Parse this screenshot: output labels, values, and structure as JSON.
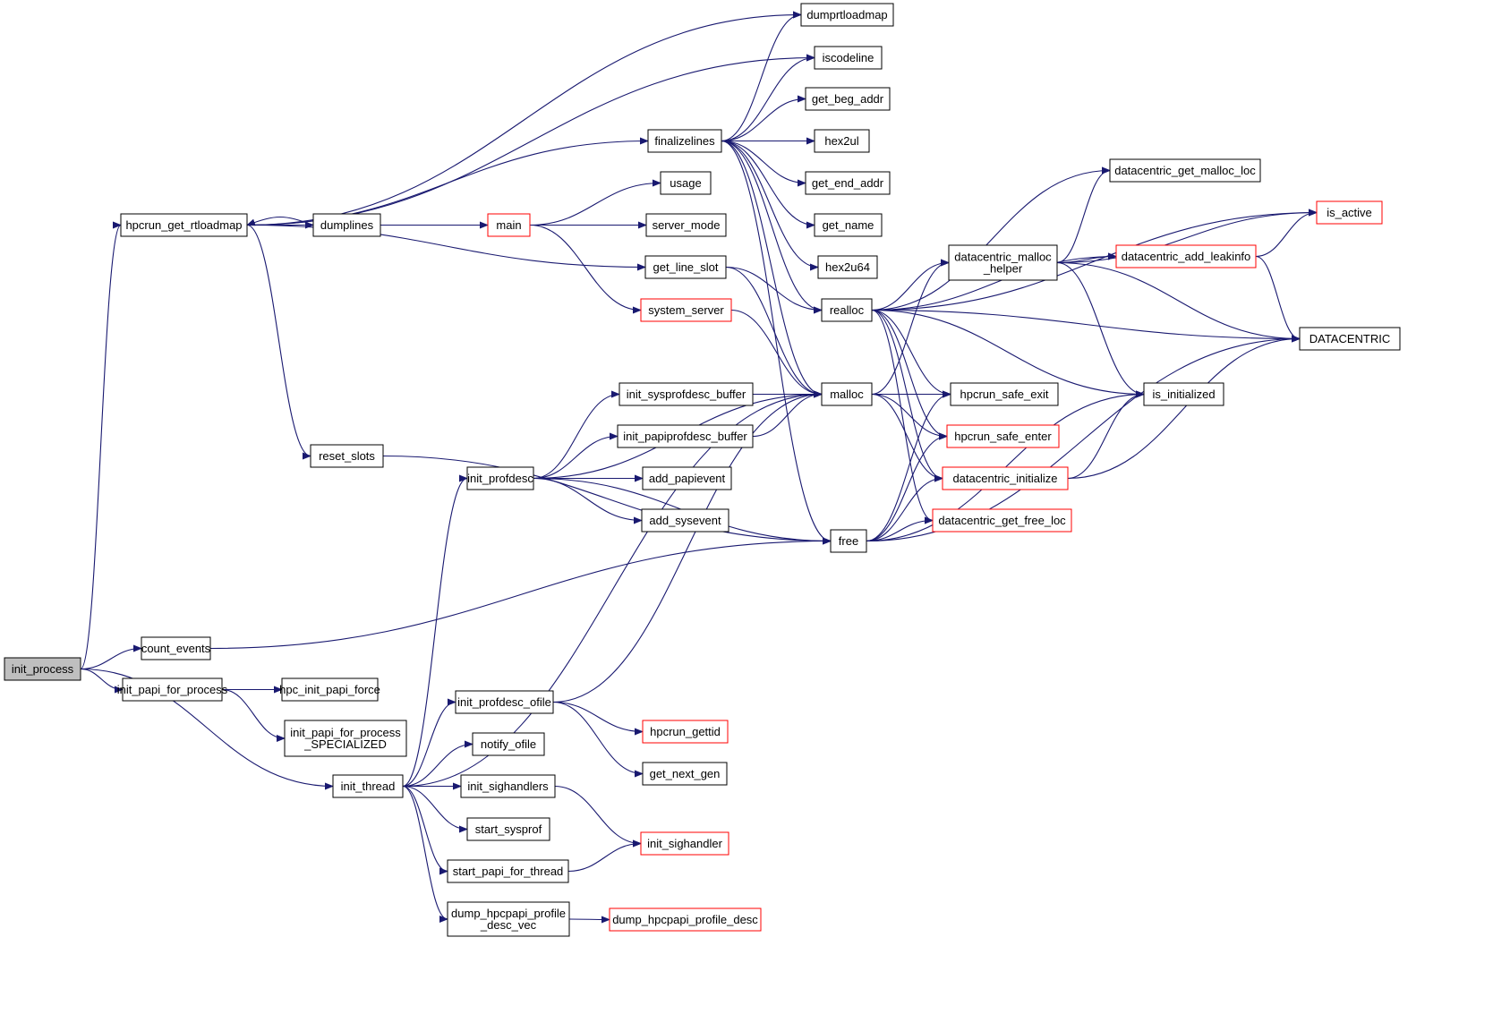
{
  "diagram": {
    "type": "call-graph",
    "colors": {
      "edge": "#191970",
      "node_border": "#000000",
      "node_border_incomplete": "#ff0000",
      "root_fill": "#bfbfbf"
    },
    "nodes": [
      {
        "id": "init_process",
        "label": [
          "init_process"
        ],
        "style": "root"
      },
      {
        "id": "hpcrun_get_rtloadmap",
        "label": [
          "hpcrun_get_rtloadmap"
        ],
        "style": "normal"
      },
      {
        "id": "dumplines",
        "label": [
          "dumplines"
        ],
        "style": "normal"
      },
      {
        "id": "main",
        "label": [
          "main"
        ],
        "style": "red"
      },
      {
        "id": "usage",
        "label": [
          "usage"
        ],
        "style": "normal"
      },
      {
        "id": "server_mode",
        "label": [
          "server_mode"
        ],
        "style": "normal"
      },
      {
        "id": "system_server",
        "label": [
          "system_server"
        ],
        "style": "red"
      },
      {
        "id": "finalizelines",
        "label": [
          "finalizelines"
        ],
        "style": "normal"
      },
      {
        "id": "dumprtloadmap",
        "label": [
          "dumprtloadmap"
        ],
        "style": "normal"
      },
      {
        "id": "iscodeline",
        "label": [
          "iscodeline"
        ],
        "style": "normal"
      },
      {
        "id": "get_beg_addr",
        "label": [
          "get_beg_addr"
        ],
        "style": "normal"
      },
      {
        "id": "hex2ul",
        "label": [
          "hex2ul"
        ],
        "style": "normal"
      },
      {
        "id": "get_end_addr",
        "label": [
          "get_end_addr"
        ],
        "style": "normal"
      },
      {
        "id": "get_name",
        "label": [
          "get_name"
        ],
        "style": "normal"
      },
      {
        "id": "hex2u64",
        "label": [
          "hex2u64"
        ],
        "style": "normal"
      },
      {
        "id": "get_line_slot",
        "label": [
          "get_line_slot"
        ],
        "style": "normal"
      },
      {
        "id": "realloc",
        "label": [
          "realloc"
        ],
        "style": "normal"
      },
      {
        "id": "malloc",
        "label": [
          "malloc"
        ],
        "style": "normal"
      },
      {
        "id": "free",
        "label": [
          "free"
        ],
        "style": "normal"
      },
      {
        "id": "reset_slots",
        "label": [
          "reset_slots"
        ],
        "style": "normal"
      },
      {
        "id": "init_profdesc",
        "label": [
          "init_profdesc"
        ],
        "style": "normal"
      },
      {
        "id": "init_sysprofdesc_buffer",
        "label": [
          "init_sysprofdesc_buffer"
        ],
        "style": "normal"
      },
      {
        "id": "init_papiprofdesc_buffer",
        "label": [
          "init_papiprofdesc_buffer"
        ],
        "style": "normal"
      },
      {
        "id": "add_papievent",
        "label": [
          "add_papievent"
        ],
        "style": "normal"
      },
      {
        "id": "add_sysevent",
        "label": [
          "add_sysevent"
        ],
        "style": "normal"
      },
      {
        "id": "count_events",
        "label": [
          "count_events"
        ],
        "style": "normal"
      },
      {
        "id": "init_papi_for_process",
        "label": [
          "init_papi_for_process"
        ],
        "style": "normal"
      },
      {
        "id": "hpc_init_papi_force",
        "label": [
          "hpc_init_papi_force"
        ],
        "style": "normal"
      },
      {
        "id": "init_papi_for_process_SPECIALIZED",
        "label": [
          "init_papi_for_process",
          "_SPECIALIZED"
        ],
        "style": "normal"
      },
      {
        "id": "init_thread",
        "label": [
          "init_thread"
        ],
        "style": "normal"
      },
      {
        "id": "init_profdesc_ofile",
        "label": [
          "init_profdesc_ofile"
        ],
        "style": "normal"
      },
      {
        "id": "notify_ofile",
        "label": [
          "notify_ofile"
        ],
        "style": "normal"
      },
      {
        "id": "init_sighandlers",
        "label": [
          "init_sighandlers"
        ],
        "style": "normal"
      },
      {
        "id": "start_sysprof",
        "label": [
          "start_sysprof"
        ],
        "style": "normal"
      },
      {
        "id": "start_papi_for_thread",
        "label": [
          "start_papi_for_thread"
        ],
        "style": "normal"
      },
      {
        "id": "dump_hpcpapi_profile_desc_vec",
        "label": [
          "dump_hpcpapi_profile",
          "_desc_vec"
        ],
        "style": "normal"
      },
      {
        "id": "hpcrun_gettid",
        "label": [
          "hpcrun_gettid"
        ],
        "style": "red"
      },
      {
        "id": "get_next_gen",
        "label": [
          "get_next_gen"
        ],
        "style": "normal"
      },
      {
        "id": "init_sighandler",
        "label": [
          "init_sighandler"
        ],
        "style": "red"
      },
      {
        "id": "dump_hpcpapi_profile_desc",
        "label": [
          "dump_hpcpapi_profile_desc"
        ],
        "style": "red"
      },
      {
        "id": "datacentric_malloc_helper",
        "label": [
          "datacentric_malloc",
          "_helper"
        ],
        "style": "normal"
      },
      {
        "id": "datacentric_get_malloc_loc",
        "label": [
          "datacentric_get_malloc_loc"
        ],
        "style": "normal"
      },
      {
        "id": "datacentric_add_leakinfo",
        "label": [
          "datacentric_add_leakinfo"
        ],
        "style": "red"
      },
      {
        "id": "is_active",
        "label": [
          "is_active"
        ],
        "style": "red"
      },
      {
        "id": "DATACENTRIC",
        "label": [
          "DATACENTRIC"
        ],
        "style": "normal"
      },
      {
        "id": "is_initialized",
        "label": [
          "is_initialized"
        ],
        "style": "normal"
      },
      {
        "id": "hpcrun_safe_exit",
        "label": [
          "hpcrun_safe_exit"
        ],
        "style": "normal"
      },
      {
        "id": "hpcrun_safe_enter",
        "label": [
          "hpcrun_safe_enter"
        ],
        "style": "red"
      },
      {
        "id": "datacentric_initialize",
        "label": [
          "datacentric_initialize"
        ],
        "style": "red"
      },
      {
        "id": "datacentric_get_free_loc",
        "label": [
          "datacentric_get_free_loc"
        ],
        "style": "red"
      }
    ],
    "edges": [
      [
        "init_process",
        "hpcrun_get_rtloadmap"
      ],
      [
        "init_process",
        "count_events"
      ],
      [
        "init_process",
        "init_papi_for_process"
      ],
      [
        "init_process",
        "init_thread"
      ],
      [
        "hpcrun_get_rtloadmap",
        "dumprtloadmap"
      ],
      [
        "hpcrun_get_rtloadmap",
        "iscodeline"
      ],
      [
        "hpcrun_get_rtloadmap",
        "finalizelines"
      ],
      [
        "hpcrun_get_rtloadmap",
        "dumplines"
      ],
      [
        "hpcrun_get_rtloadmap",
        "get_line_slot"
      ],
      [
        "hpcrun_get_rtloadmap",
        "reset_slots"
      ],
      [
        "dumplines",
        "hpcrun_get_rtloadmap"
      ],
      [
        "dumplines",
        "main"
      ],
      [
        "main",
        "usage"
      ],
      [
        "main",
        "server_mode"
      ],
      [
        "main",
        "system_server"
      ],
      [
        "system_server",
        "malloc"
      ],
      [
        "finalizelines",
        "dumprtloadmap"
      ],
      [
        "finalizelines",
        "iscodeline"
      ],
      [
        "finalizelines",
        "get_beg_addr"
      ],
      [
        "finalizelines",
        "hex2ul"
      ],
      [
        "finalizelines",
        "get_end_addr"
      ],
      [
        "finalizelines",
        "get_name"
      ],
      [
        "finalizelines",
        "hex2u64"
      ],
      [
        "finalizelines",
        "realloc"
      ],
      [
        "finalizelines",
        "malloc"
      ],
      [
        "finalizelines",
        "free"
      ],
      [
        "get_line_slot",
        "realloc"
      ],
      [
        "get_line_slot",
        "malloc"
      ],
      [
        "realloc",
        "datacentric_malloc_helper"
      ],
      [
        "realloc",
        "datacentric_get_malloc_loc"
      ],
      [
        "realloc",
        "datacentric_add_leakinfo"
      ],
      [
        "realloc",
        "is_active"
      ],
      [
        "realloc",
        "DATACENTRIC"
      ],
      [
        "realloc",
        "is_initialized"
      ],
      [
        "realloc",
        "hpcrun_safe_exit"
      ],
      [
        "realloc",
        "hpcrun_safe_enter"
      ],
      [
        "realloc",
        "datacentric_initialize"
      ],
      [
        "realloc",
        "datacentric_get_free_loc"
      ],
      [
        "malloc",
        "datacentric_malloc_helper"
      ],
      [
        "malloc",
        "hpcrun_safe_exit"
      ],
      [
        "malloc",
        "hpcrun_safe_enter"
      ],
      [
        "malloc",
        "datacentric_initialize"
      ],
      [
        "free",
        "hpcrun_safe_exit"
      ],
      [
        "free",
        "hpcrun_safe_enter"
      ],
      [
        "free",
        "datacentric_initialize"
      ],
      [
        "free",
        "datacentric_get_free_loc"
      ],
      [
        "free",
        "is_initialized"
      ],
      [
        "free",
        "DATACENTRIC"
      ],
      [
        "datacentric_malloc_helper",
        "datacentric_get_malloc_loc"
      ],
      [
        "datacentric_malloc_helper",
        "is_active"
      ],
      [
        "datacentric_malloc_helper",
        "datacentric_add_leakinfo"
      ],
      [
        "datacentric_malloc_helper",
        "DATACENTRIC"
      ],
      [
        "datacentric_malloc_helper",
        "is_initialized"
      ],
      [
        "datacentric_add_leakinfo",
        "is_active"
      ],
      [
        "datacentric_add_leakinfo",
        "DATACENTRIC"
      ],
      [
        "datacentric_initialize",
        "is_initialized"
      ],
      [
        "datacentric_initialize",
        "DATACENTRIC"
      ],
      [
        "reset_slots",
        "free"
      ],
      [
        "init_profdesc",
        "malloc"
      ],
      [
        "init_profdesc",
        "init_sysprofdesc_buffer"
      ],
      [
        "init_profdesc",
        "init_papiprofdesc_buffer"
      ],
      [
        "init_profdesc",
        "add_papievent"
      ],
      [
        "init_profdesc",
        "add_sysevent"
      ],
      [
        "init_profdesc",
        "free"
      ],
      [
        "init_sysprofdesc_buffer",
        "malloc"
      ],
      [
        "init_papiprofdesc_buffer",
        "malloc"
      ],
      [
        "count_events",
        "free"
      ],
      [
        "init_papi_for_process",
        "hpc_init_papi_force"
      ],
      [
        "init_papi_for_process",
        "init_papi_for_process_SPECIALIZED"
      ],
      [
        "init_thread",
        "init_profdesc"
      ],
      [
        "init_thread",
        "malloc"
      ],
      [
        "init_thread",
        "init_profdesc_ofile"
      ],
      [
        "init_thread",
        "notify_ofile"
      ],
      [
        "init_thread",
        "init_sighandlers"
      ],
      [
        "init_thread",
        "start_sysprof"
      ],
      [
        "init_thread",
        "start_papi_for_thread"
      ],
      [
        "init_thread",
        "dump_hpcpapi_profile_desc_vec"
      ],
      [
        "init_profdesc_ofile",
        "malloc"
      ],
      [
        "init_profdesc_ofile",
        "hpcrun_gettid"
      ],
      [
        "init_profdesc_ofile",
        "get_next_gen"
      ],
      [
        "init_sighandlers",
        "init_sighandler"
      ],
      [
        "start_papi_for_thread",
        "init_sighandler"
      ],
      [
        "dump_hpcpapi_profile_desc_vec",
        "dump_hpcpapi_profile_desc"
      ]
    ]
  }
}
